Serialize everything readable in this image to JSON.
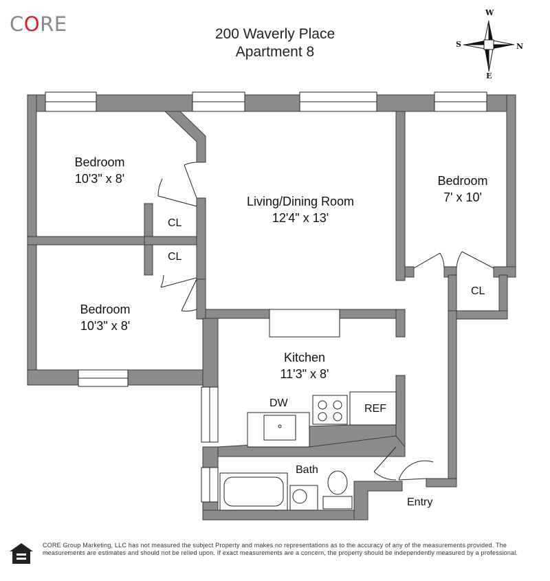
{
  "brand": {
    "name_prefix": "C",
    "name_o": "O",
    "name_suffix": "RE"
  },
  "header": {
    "address": "200 Waverly Place",
    "unit": "Apartment 8"
  },
  "compass": {
    "north": "N",
    "south": "S",
    "east": "E",
    "west": "W"
  },
  "rooms": {
    "bedroom_1": {
      "name": "Bedroom",
      "size": "10'3\" x 8'"
    },
    "bedroom_2": {
      "name": "Bedroom",
      "size": "10'3\" x 8'"
    },
    "bedroom_3": {
      "name": "Bedroom",
      "size": "7' x 10'"
    },
    "living": {
      "name": "Living/Dining Room",
      "size": "12'4\" x 13'"
    },
    "kitchen": {
      "name": "Kitchen",
      "size": "11'3\" x 8'"
    }
  },
  "labels": {
    "closet_1": "CL",
    "closet_2": "CL",
    "closet_3": "CL",
    "dishwasher": "DW",
    "refrigerator": "REF",
    "bath": "Bath",
    "entry": "Entry"
  },
  "footer": {
    "disclaimer": "CORE Group Marketing, LLC has not measured the subject Property and makes no representations as to the accuracy of any of the measurements provided. The measurements are estimates and should not be relied upon. If exact measurements are a concern, the property should be independently measured by a professional."
  },
  "colors": {
    "wall": "#8c8c8c",
    "wall_stroke": "#3a3a3a",
    "brand_accent": "#e21b23",
    "brand_gray": "#888888"
  }
}
